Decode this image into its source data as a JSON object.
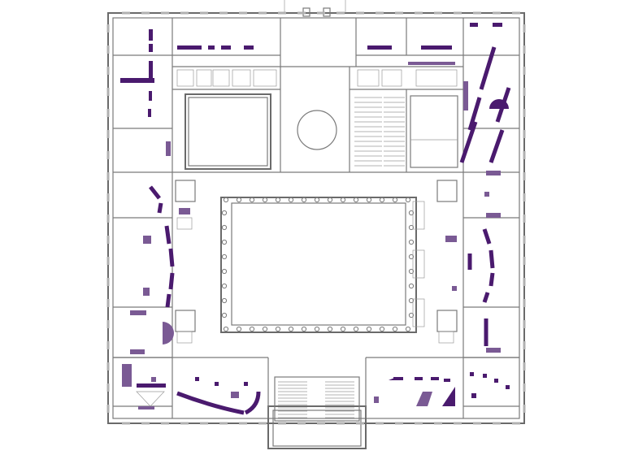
{
  "colors": {
    "background": "#ffffff",
    "wall": "#7a7a7a",
    "exhibit_dark": "#4a1a6e",
    "exhibit_mid": "#7a5a94"
  },
  "icons": [
    "floor-plan",
    "staircase",
    "courtyard",
    "rotunda",
    "exhibit-wall",
    "exhibit-case"
  ],
  "labels": {}
}
